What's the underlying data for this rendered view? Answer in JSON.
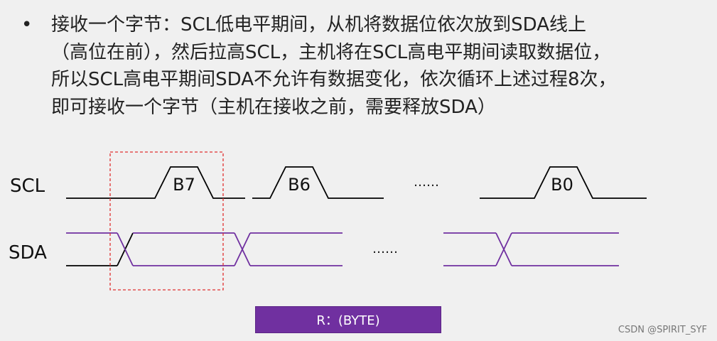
{
  "bullet": {
    "symbol": "•",
    "lines": [
      "接收一个字节：SCL低电平期间，从机将数据位依次放到SDA线上",
      "（高位在前），然后拉高SCL，主机将在SCL高电平期间读取数据位，",
      "所以SCL高电平期间SDA不允许有数据变化，依次循环上述过程8次，",
      "即可接收一个字节（主机在接收之前，需要释放SDA）"
    ]
  },
  "diagram": {
    "scl_label": "SCL",
    "sda_label": "SDA",
    "pulse_labels": [
      "B7",
      "B6",
      "B0"
    ],
    "ellipsis_scl": "……",
    "ellipsis_sda": "……",
    "colors": {
      "line": "#000000",
      "sda_data": "#7030a0",
      "highlight_box": "#e03030"
    }
  },
  "byte_bar": {
    "label": "R：(BYTE)",
    "color": "#7030a0"
  },
  "watermark": "CSDN @SPIRIT_SYF"
}
